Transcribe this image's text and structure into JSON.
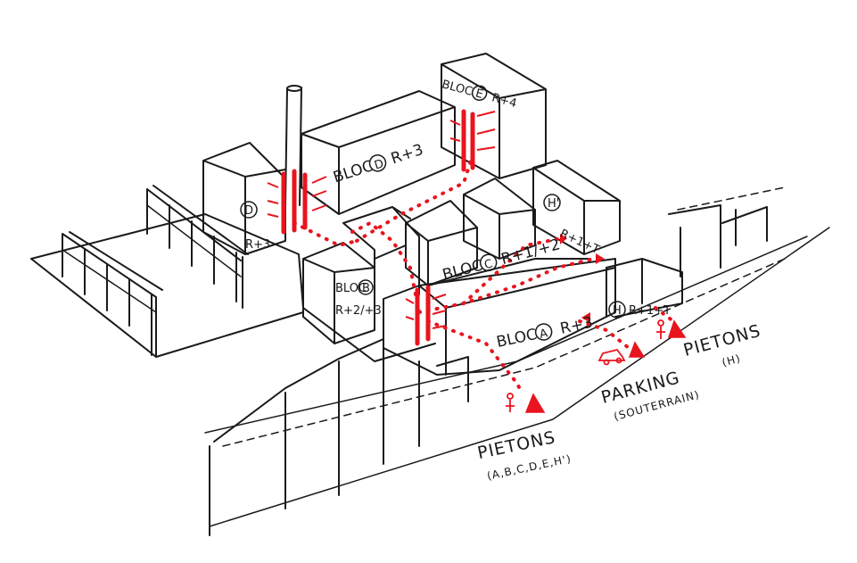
{
  "colors": {
    "ink": "#1a1a1a",
    "accent": "#e8141e",
    "background": "#ffffff"
  },
  "blocks": {
    "a": {
      "name": "BLOC",
      "letter": "A",
      "levels": "R+3"
    },
    "b": {
      "name": "BLOC",
      "letter": "B",
      "levels": "R+2/+3"
    },
    "c": {
      "name": "BLOC",
      "letter": "C",
      "levels": "R+1/+2"
    },
    "d": {
      "name": "BLOC",
      "letter": "D",
      "levels": "R+3"
    },
    "d_small": {
      "letter": "D",
      "levels": "R+3"
    },
    "e": {
      "name": "BLOC",
      "letter": "E",
      "levels": "R+4"
    },
    "h": {
      "letter": "H",
      "levels": "R+1+T"
    },
    "h_prime": {
      "letter": "H'",
      "levels": "R+1+T"
    }
  },
  "annotations": {
    "pedestrians_main": {
      "title": "PIETONS",
      "subtitle": "(A,B,C,D,E,H')"
    },
    "parking": {
      "title": "PARKING",
      "subtitle": "(SOUTERRAIN)"
    },
    "pedestrians_h": {
      "title": "PIETONS",
      "subtitle": "(H)"
    }
  },
  "icons": [
    "pedestrian-icon",
    "cone-icon",
    "car-icon",
    "vertical-circulation-icon",
    "chimney-icon"
  ]
}
